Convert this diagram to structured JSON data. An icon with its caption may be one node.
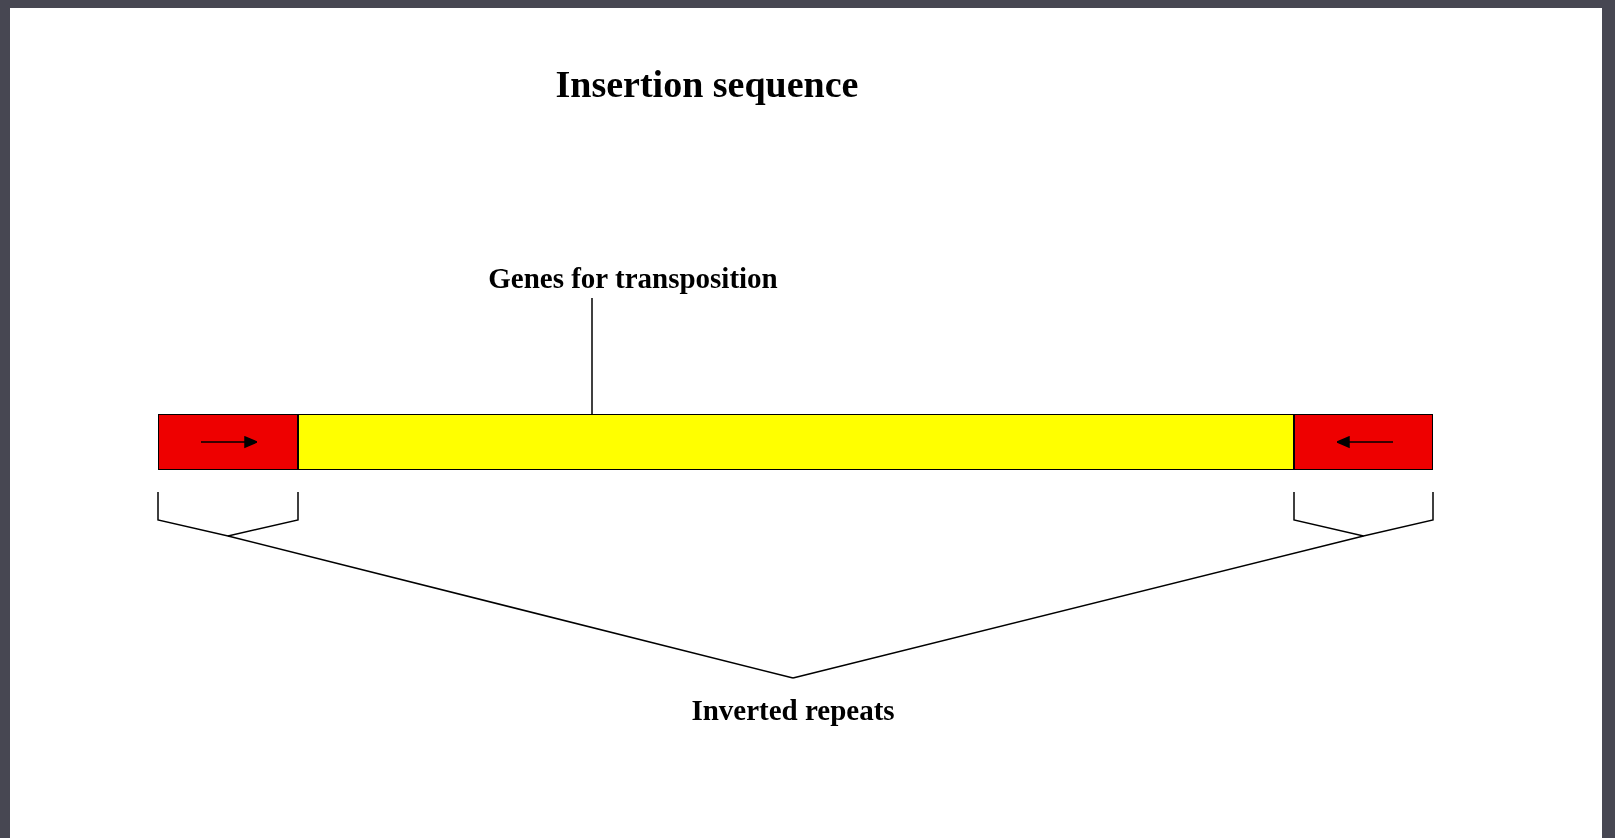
{
  "diagram": {
    "title": "Insertion sequence",
    "nodes": [
      {
        "text": [
          "Genes for transposition"
        ]
      },
      {
        "text": [],
        "shape": "bar"
      },
      {
        "text": [],
        "shape": "box"
      },
      {
        "text": [],
        "shape": "box"
      },
      {
        "text": [
          "Inverted repeats"
        ]
      }
    ],
    "edges": [
      {
        "from": 0,
        "to": 1,
        "arrow": "none"
      },
      {
        "from": 4,
        "to": 2,
        "arrow": "none"
      },
      {
        "from": 4,
        "to": 3,
        "arrow": "none"
      }
    ]
  }
}
